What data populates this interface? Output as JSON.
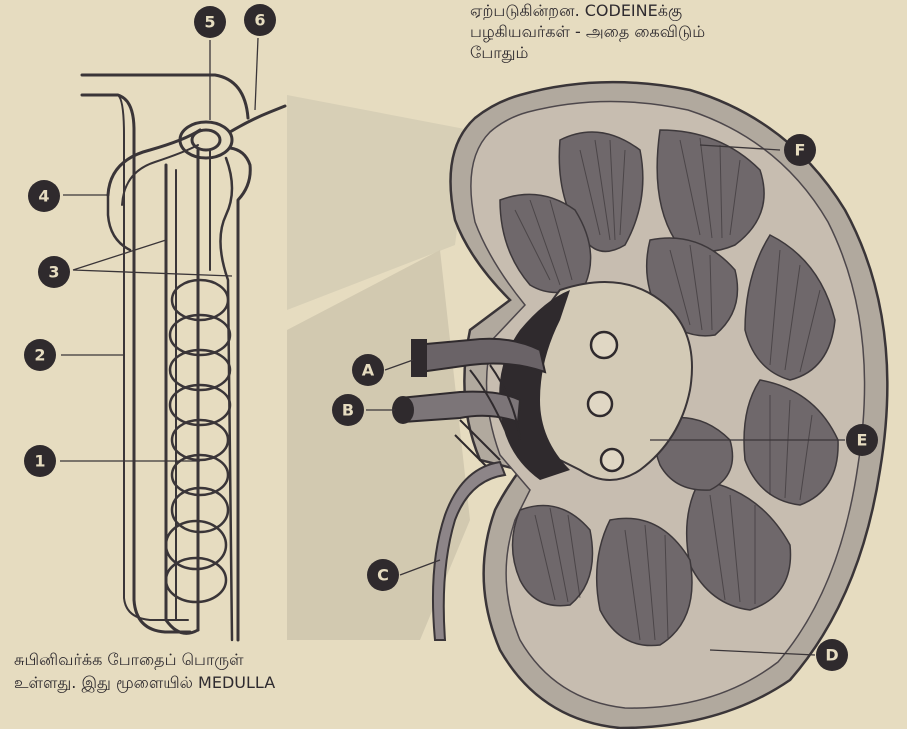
{
  "top_caption": {
    "line1": "ஏற்படுகின்றன. CODEINEக்கு",
    "line2": "பழகியவர்கள் - அதை கைவிடும்",
    "line3": "போதும்"
  },
  "bottom_caption": {
    "line1": "சுபினிவர்க்க போதைப் பொருள்",
    "line2": "உள்ளது. இது மூளையில் MEDULLA",
    "line3": ""
  },
  "nephron_labels": [
    "5",
    "6",
    "4",
    "3",
    "2",
    "1"
  ],
  "kidney_labels": [
    "F",
    "A",
    "B",
    "E",
    "C",
    "D"
  ],
  "colors": {
    "paper": "#e6dcc0",
    "ink": "#3a3538",
    "label_fill": "#2f2a2d",
    "tissue_dark": "#4d474b",
    "tissue_mid": "#8a8385",
    "shade": "#cfc6ae"
  }
}
